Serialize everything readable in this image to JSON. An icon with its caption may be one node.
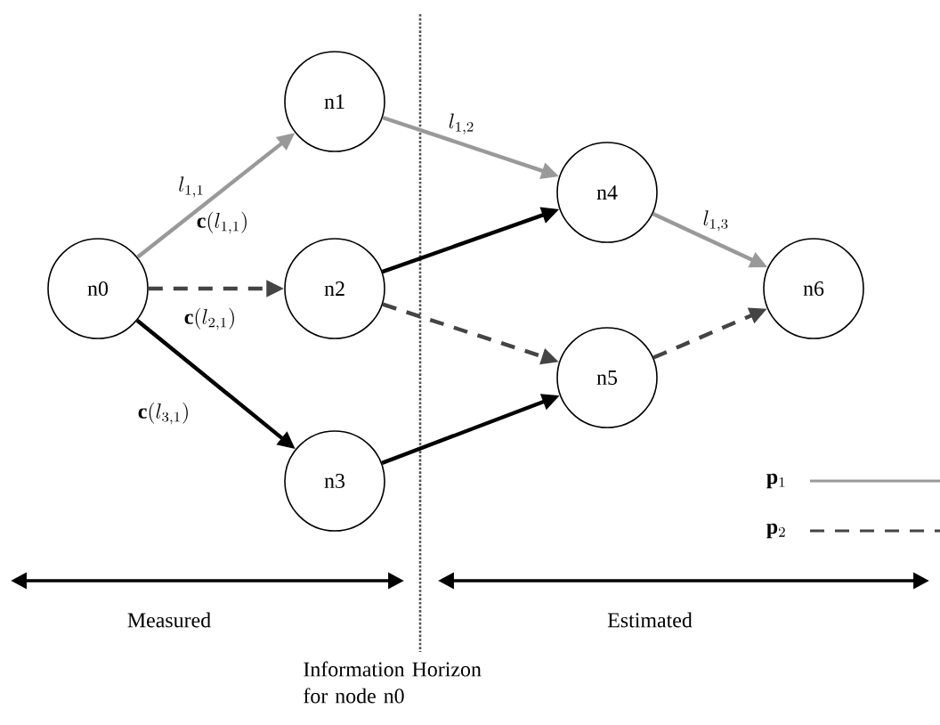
{
  "diagram": {
    "nodes": [
      {
        "text": [
          "n0"
        ]
      },
      {
        "text": [
          "n1"
        ]
      },
      {
        "text": [
          "n2"
        ]
      },
      {
        "text": [
          "n3"
        ]
      },
      {
        "text": [
          "n4"
        ]
      },
      {
        "text": [
          "n5"
        ]
      },
      {
        "text": [
          "n6"
        ]
      }
    ],
    "edges": [
      {
        "from": 0,
        "to": 1,
        "arrow": "to",
        "label": "l_{1,1}",
        "color": "#999999"
      },
      {
        "from": 0,
        "to": 2,
        "arrow": "to",
        "style": "dashed",
        "color": "#444444"
      },
      {
        "from": 0,
        "to": 3,
        "arrow": "to",
        "color": "#000000"
      },
      {
        "from": 1,
        "to": 4,
        "arrow": "to",
        "label": "l_{1,2}",
        "color": "#999999"
      },
      {
        "from": 2,
        "to": 4,
        "arrow": "to",
        "color": "#000000"
      },
      {
        "from": 2,
        "to": 5,
        "arrow": "to",
        "style": "dashed",
        "color": "#444444"
      },
      {
        "from": 3,
        "to": 5,
        "arrow": "to",
        "color": "#000000"
      },
      {
        "from": 4,
        "to": 6,
        "arrow": "to",
        "label": "l_{1,3}",
        "color": "#999999"
      },
      {
        "from": 5,
        "to": 6,
        "arrow": "to",
        "style": "dashed",
        "color": "#444444"
      }
    ],
    "labels": [
      "\\mathbf{c}(l_{1,1})",
      "\\mathbf{c}(l_{2,1})",
      "\\mathbf{c}(l_{3,1})",
      "Measured",
      "Estimated",
      "Information Horizon for node n0"
    ],
    "legend": [
      {
        "text": "\\mathbf{p}_1"
      },
      {
        "text": "\\mathbf{p}_2"
      }
    ]
  }
}
